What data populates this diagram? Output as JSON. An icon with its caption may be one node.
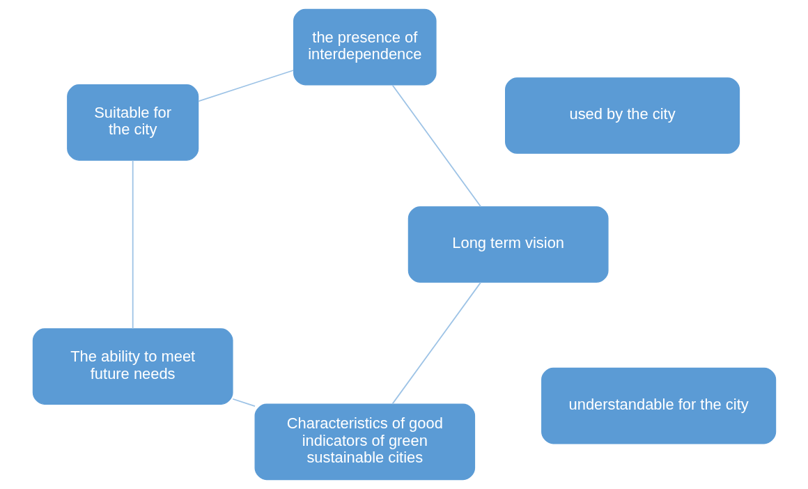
{
  "diagram": {
    "nodes": [
      {
        "text": [
          "Characteristics of good indicators of green sustainable cities"
        ]
      },
      {
        "text": [
          "The ability to meet future needs"
        ]
      },
      {
        "text": [
          "Suitable for the city"
        ]
      },
      {
        "text": [
          "the presence of interdependence"
        ]
      },
      {
        "text": [
          "Long term vision"
        ]
      },
      {
        "text": [
          "used by the city"
        ]
      },
      {
        "text": [
          "understandable for the city"
        ]
      }
    ],
    "edges": [
      {
        "from": 0,
        "to": 1,
        "arrow": "none"
      },
      {
        "from": 1,
        "to": 2,
        "arrow": "none"
      },
      {
        "from": 2,
        "to": 3,
        "arrow": "none"
      },
      {
        "from": 3,
        "to": 4,
        "arrow": "none"
      },
      {
        "from": 4,
        "to": 0,
        "arrow": "none"
      }
    ]
  }
}
